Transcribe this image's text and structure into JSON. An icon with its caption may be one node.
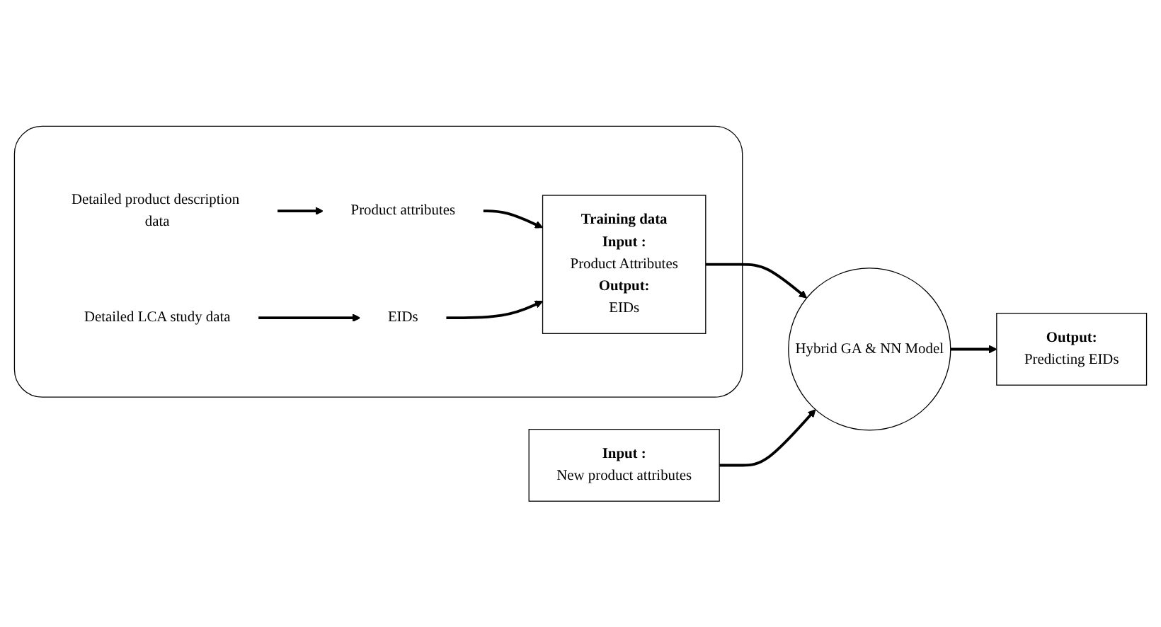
{
  "diagram": {
    "nodes": [
      {
        "text": [],
        "shape": "box"
      },
      {
        "text": [
          "Detailed product description data"
        ],
        "in": 0
      },
      {
        "text": [
          "Product attributes"
        ],
        "in": 0
      },
      {
        "text": [
          "Detailed LCA study data"
        ],
        "in": 0
      },
      {
        "text": [
          "EIDs"
        ],
        "in": 0
      },
      {
        "text": [
          "Training data",
          "Input :",
          "Product Attributes",
          "Output:",
          "EIDs"
        ],
        "in": 0
      },
      {
        "text": [
          "Hybrid GA & NN Model"
        ]
      },
      {
        "text": [
          "Input :",
          "New product attributes"
        ]
      },
      {
        "text": [
          "Output:",
          "Predicting EIDs"
        ]
      }
    ],
    "edges": [
      {
        "from": 1,
        "to": 2,
        "arrow": "to"
      },
      {
        "from": 2,
        "to": 5,
        "arrow": "to"
      },
      {
        "from": 3,
        "to": 4,
        "arrow": "to"
      },
      {
        "from": 4,
        "to": 5,
        "arrow": "to"
      },
      {
        "from": 5,
        "to": 6,
        "arrow": "to"
      },
      {
        "from": 7,
        "to": 6,
        "arrow": "to"
      },
      {
        "from": 6,
        "to": 8,
        "arrow": "to"
      }
    ]
  }
}
